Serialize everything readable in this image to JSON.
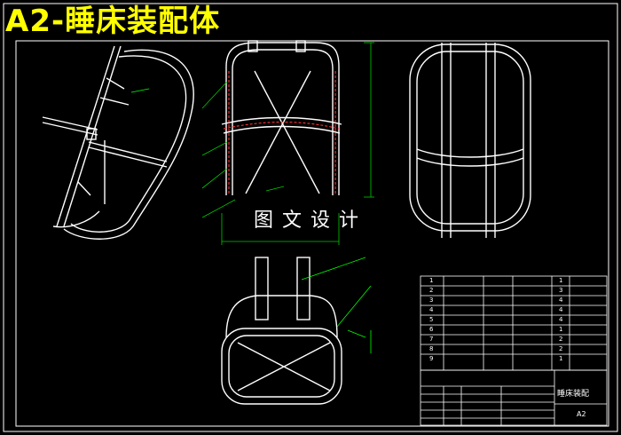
{
  "drawing": {
    "title": "A2-睡床装配体",
    "watermark": "图文设计",
    "part_name": "睡床装配",
    "sheet_size": "A2"
  },
  "bom": {
    "rows": [
      {
        "no": "9",
        "qty": "1"
      },
      {
        "no": "8",
        "qty": "2"
      },
      {
        "no": "7",
        "qty": "2"
      },
      {
        "no": "6",
        "qty": "1"
      },
      {
        "no": "5",
        "qty": "4"
      },
      {
        "no": "4",
        "qty": "4"
      },
      {
        "no": "3",
        "qty": "4"
      },
      {
        "no": "2",
        "qty": "3"
      },
      {
        "no": "1",
        "qty": "1"
      }
    ]
  },
  "colors": {
    "lines": "#ffffff",
    "title": "#ffff00",
    "dimension": "#00cc00",
    "leader": "#00ff00",
    "hidden": "#ff3333"
  }
}
